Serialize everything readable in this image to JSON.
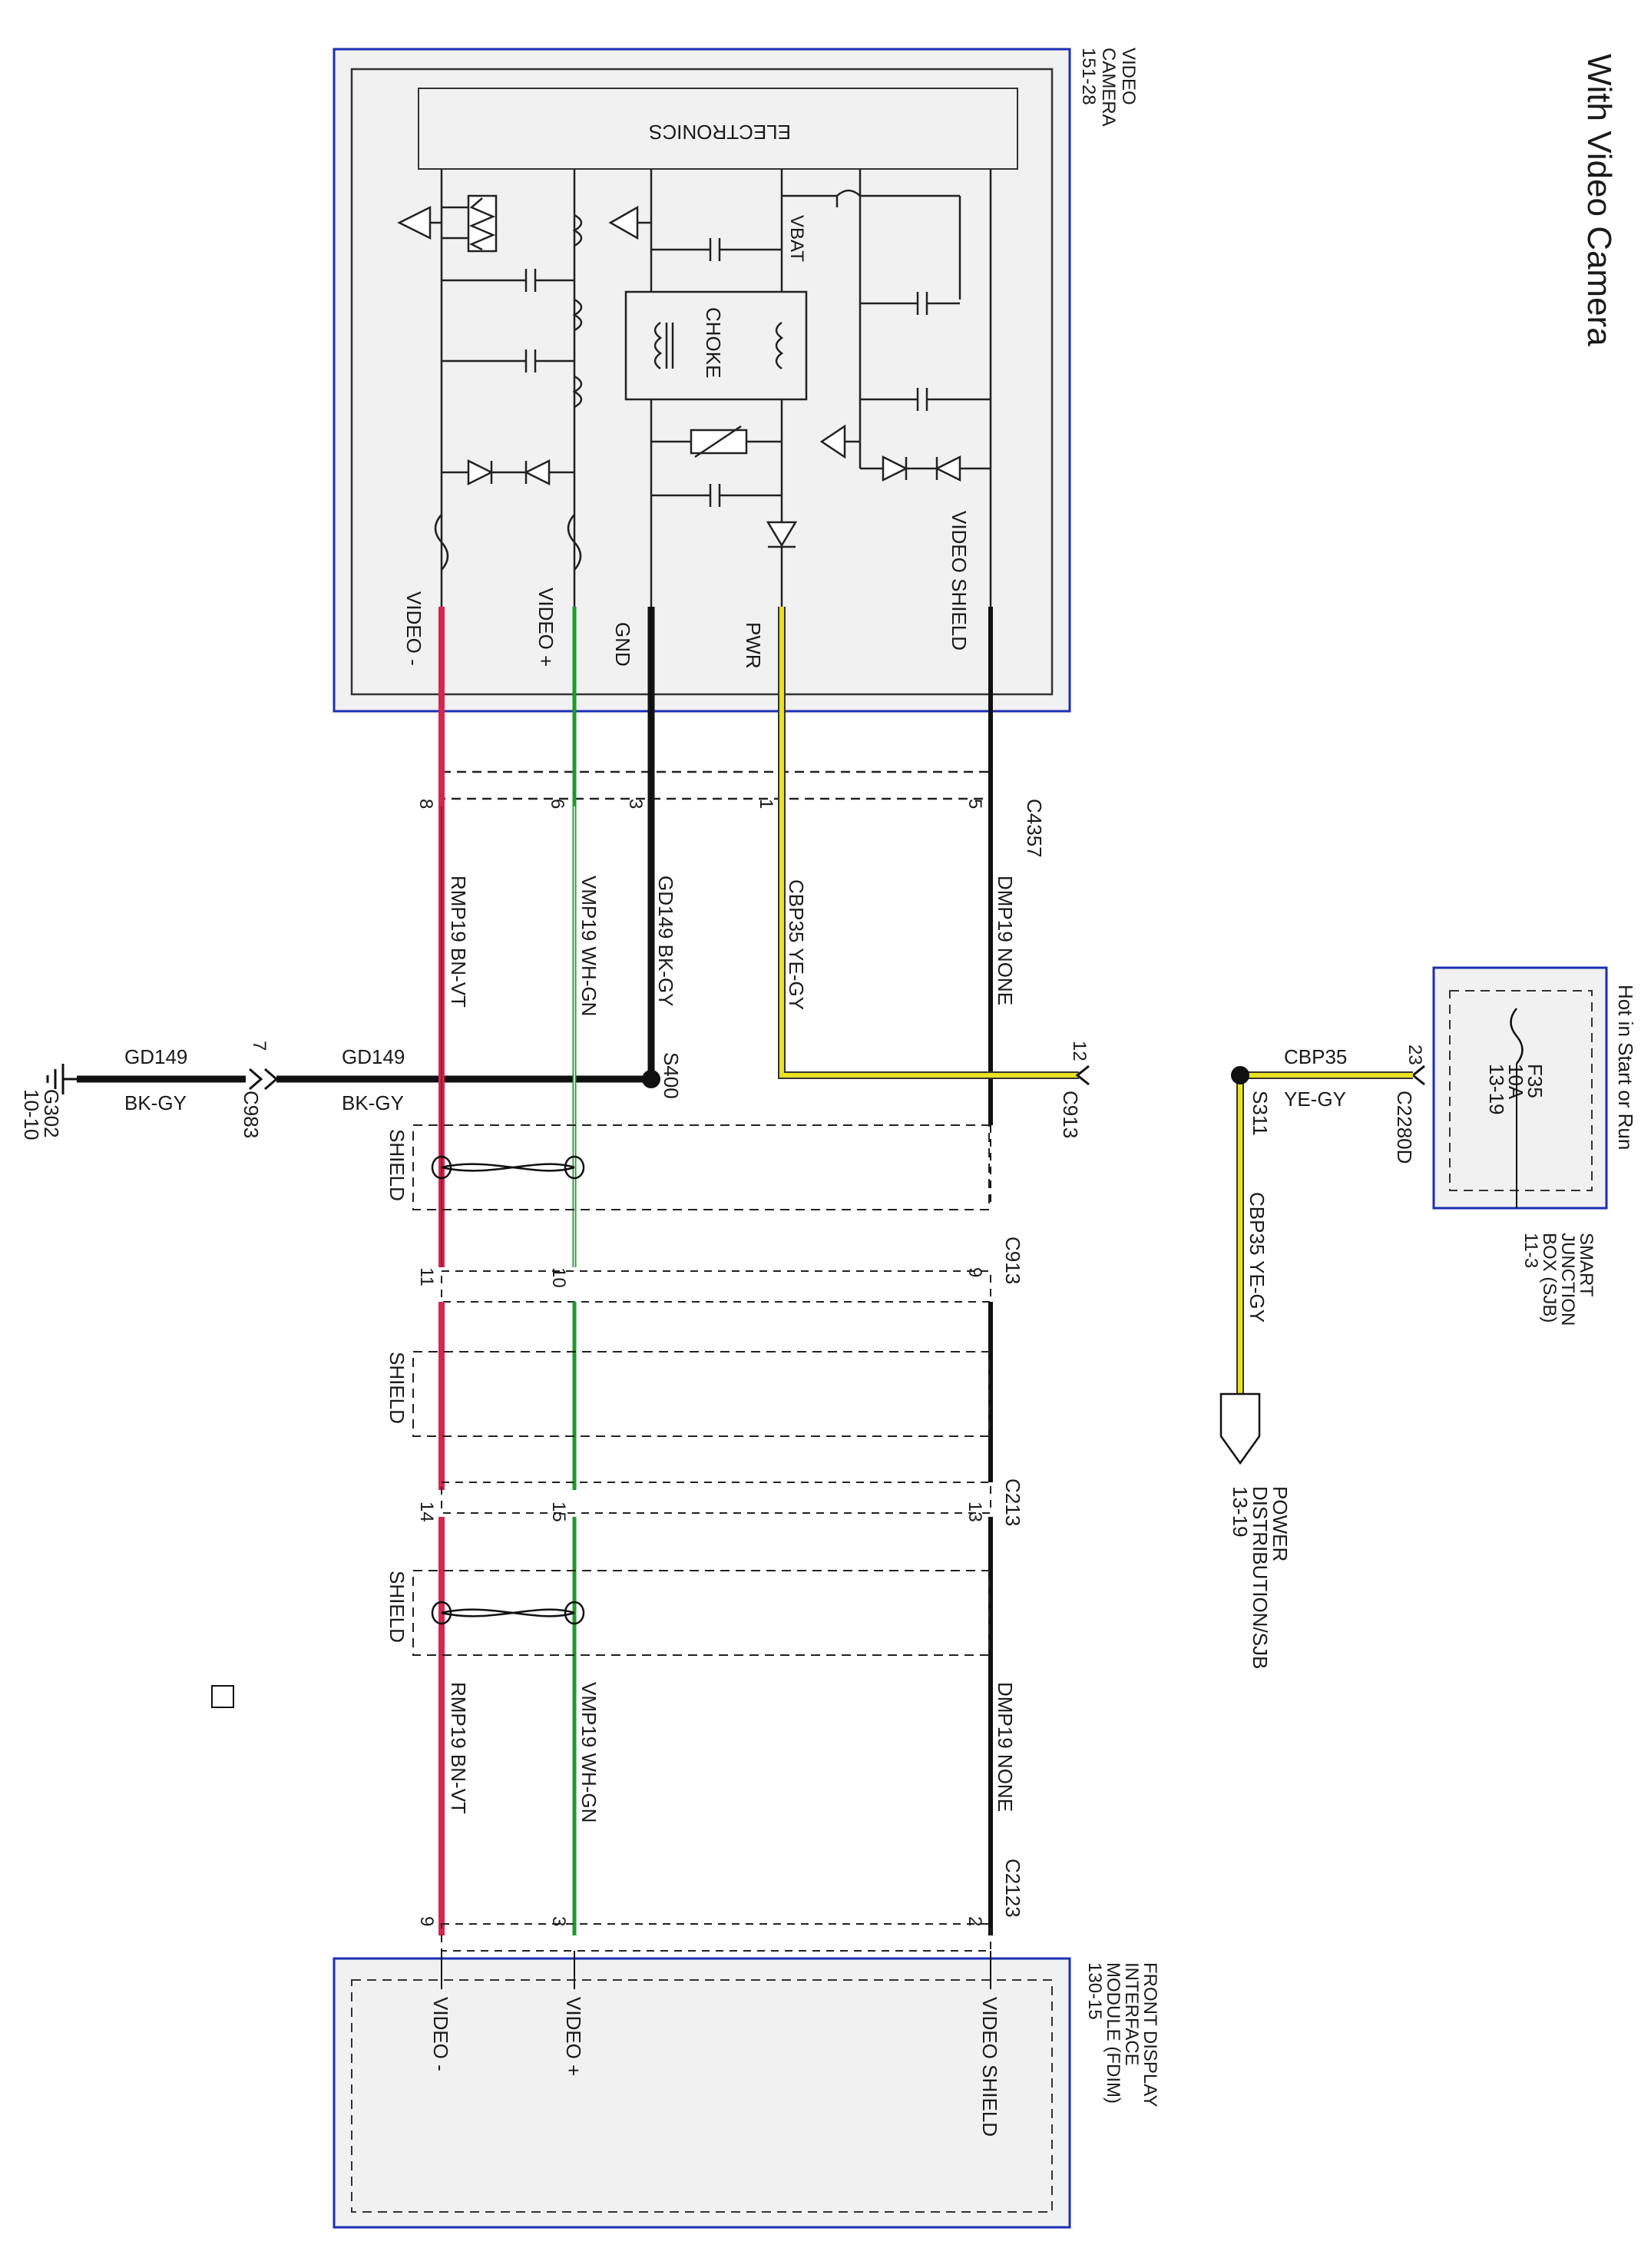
{
  "page": {
    "title": "With Video Camera"
  },
  "colors": {
    "module_border": "#1c2fb5",
    "module_fill": "#f1f1f1",
    "wire_black": "#111111",
    "wire_red": "#d4264e",
    "wire_green": "#1f9a2a",
    "wire_yellow": "#e8e221",
    "wire_gray": "#9a9a9a"
  },
  "modules": {
    "video_camera": {
      "name_lines": [
        "VIDEO",
        "CAMERA",
        "151-28"
      ],
      "electronics_label": "ELECTRONICS",
      "choke_label": "CHOKE",
      "vbat_label": "VBAT",
      "pin_labels": [
        "VIDEO SHIELD",
        "PWR",
        "GND",
        "VIDEO +",
        "VIDEO -"
      ]
    },
    "sjb": {
      "header": "Hot in Start or Run",
      "fuse_lines": [
        "F35",
        "10A",
        "13-19"
      ],
      "name_lines": [
        "SMART",
        "JUNCTION",
        "BOX (SJB)",
        "11-3"
      ]
    },
    "fdim": {
      "name_lines": [
        "FRONT DISPLAY",
        "INTERFACE",
        "MODULE (FDIM)",
        "130-15"
      ],
      "pin_labels": [
        "VIDEO SHIELD",
        "VIDEO +",
        "VIDEO -"
      ]
    }
  },
  "connectors": {
    "c4357": "C4357",
    "c4357_pins": [
      "5",
      "1",
      "3",
      "6",
      "8"
    ],
    "c913_top": "C913",
    "c913_top_pin": "12",
    "c913": "C913",
    "c913_pins": [
      "9",
      "10",
      "11"
    ],
    "c213": "C213",
    "c213_pins": [
      "13",
      "15",
      "14"
    ],
    "c2123": "C2123",
    "c2123_pins": [
      "2",
      "3",
      "9"
    ],
    "c2280d": "C2280D",
    "c2280d_pin": "23",
    "c983": "C983",
    "c983_pin": "7"
  },
  "splices": {
    "s400": "S400",
    "s311": "S311"
  },
  "ground": {
    "name": "G302",
    "ref": "10-10"
  },
  "power_dist": {
    "lines": [
      "POWER",
      "DISTRIBUTION/SJB",
      "13-19"
    ]
  },
  "shield_label": "SHIELD",
  "wires": {
    "dmp19_none": "DMP19  NONE",
    "cbp35_yegy": "CBP35  YE-GY",
    "gd149_bkgy": "GD149  BK-GY",
    "vmp19_whgn": "VMP19  WH-GN",
    "rmp19_bnvt": "RMP19  BN-VT",
    "vmp19_whgn_lower": "VMP19  WH-GN",
    "rmp19_bnvt_lower": "RMP19  BN-VT",
    "dmp19_none_lower": "DMP19  NONE",
    "cbp35_name": "CBP35",
    "yegy": "YE-GY",
    "cbp35_yegy_vertical": "CBP35  YE-GY",
    "gd149_name": "GD149",
    "bkgy": "BK-GY",
    "gd149_name_2": "GD149",
    "bkgy_2": "BK-GY"
  }
}
